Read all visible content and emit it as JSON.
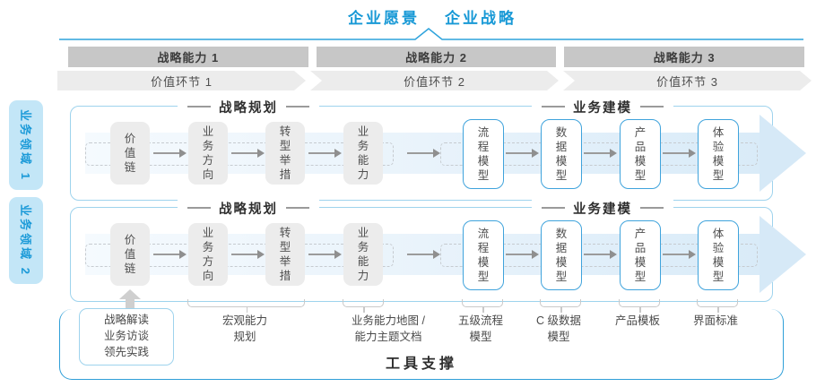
{
  "title": {
    "vision": "企业愿景",
    "strategy": "企业战略"
  },
  "strategic_capabilities": [
    {
      "label": "战略能力 1"
    },
    {
      "label": "战略能力 2"
    },
    {
      "label": "战略能力 3"
    }
  ],
  "value_links": [
    {
      "label": "价值环节 1"
    },
    {
      "label": "价值环节 2"
    },
    {
      "label": "价值环节 3"
    }
  ],
  "business_domains": [
    {
      "label": "业务领域 1"
    },
    {
      "label": "业务领域 2"
    }
  ],
  "panel": {
    "planning_header": "战略规划",
    "modeling_header": "业务建模",
    "boxes": {
      "value_chain": "价值链",
      "business_direction": "业务方向",
      "transformation_initiatives": "转型举措",
      "business_capability": "业务能力",
      "process_model": "流程模型",
      "data_model": "数据模型",
      "product_model": "产品模型",
      "experience_model": "体验模型"
    }
  },
  "annotations": {
    "practice": {
      "lines": [
        "战略解读",
        "业务访谈",
        "领先实践"
      ]
    },
    "macro_capability": {
      "line1": "宏观能力",
      "line2": "规划"
    },
    "capability_map": {
      "line1": "业务能力地图 /",
      "line2": "能力主题文档"
    },
    "process_model": {
      "line1": "五级流程",
      "line2": "模型"
    },
    "data_model": {
      "line1": "C 级数据",
      "line2": "模型"
    },
    "product_template": {
      "line1": "产品模板"
    },
    "interface_standard": {
      "line1": "界面标准"
    }
  },
  "footer": {
    "label": "工具支撑"
  },
  "colors": {
    "accent_blue": "#1899D6",
    "panel_border": "#9ED3ED",
    "blue_box_border": "#3FA3DC",
    "domain_fill": "#C3E6F7",
    "capability_bar_gray": "#C7C7C7",
    "chevron_gray": "#ECECEC",
    "stream_band_blue": "#D9EBF8",
    "container_border": "#2F9FD8"
  }
}
